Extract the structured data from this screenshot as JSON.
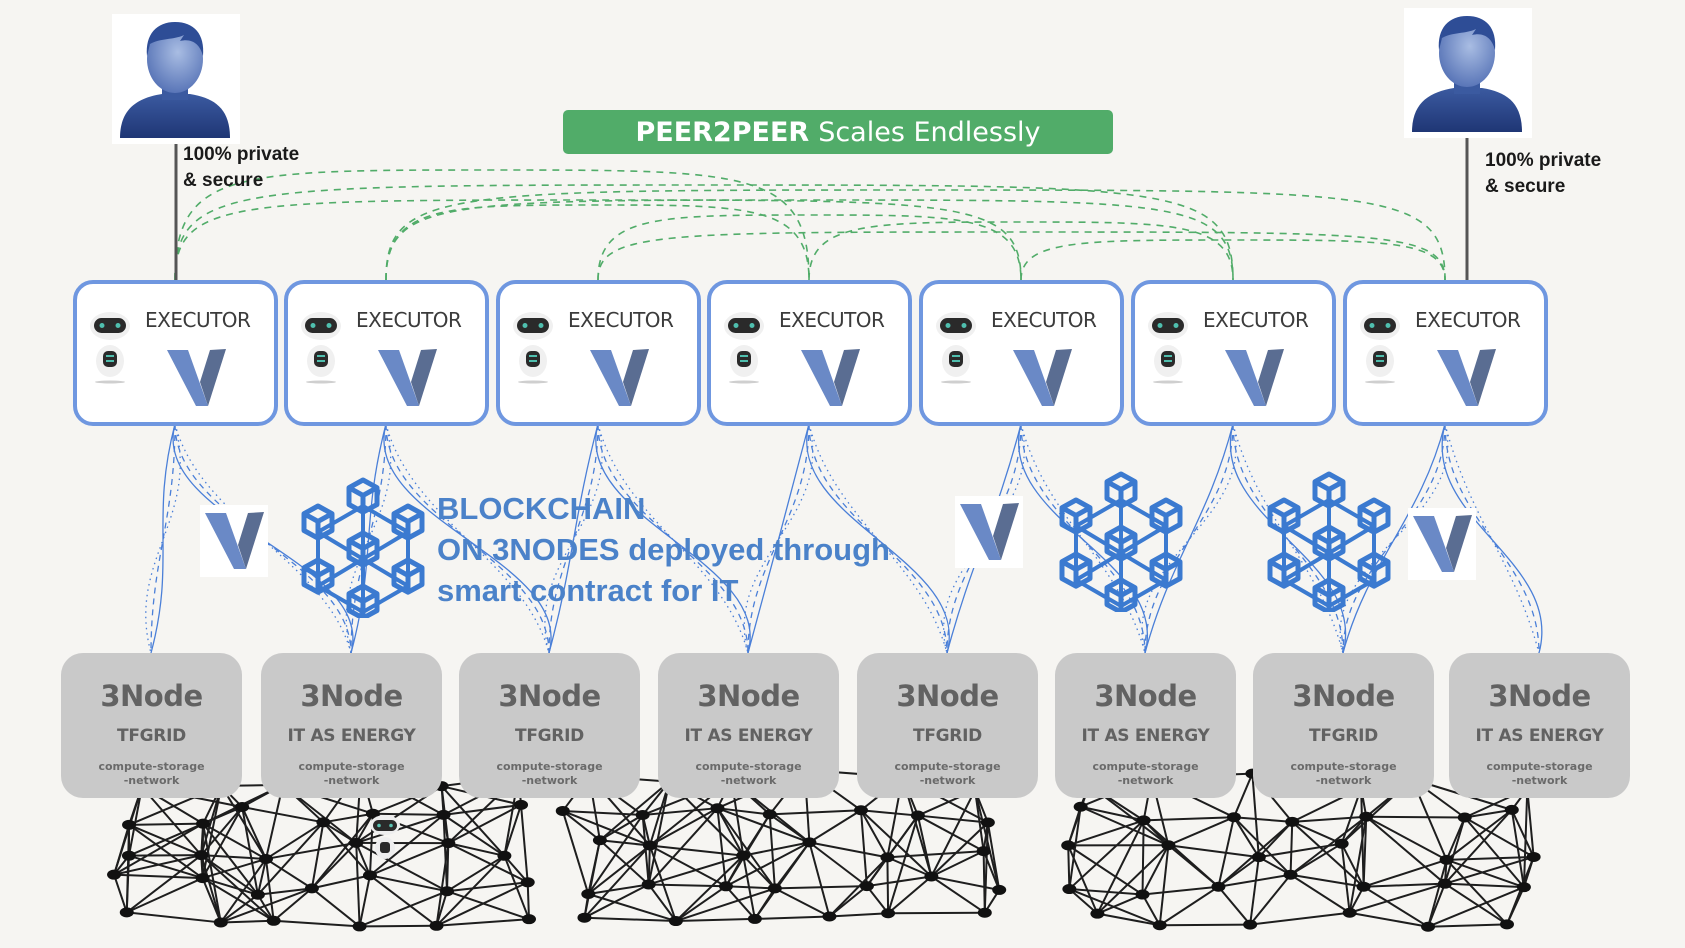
{
  "banner": {
    "bold": "PEER2PEER",
    "rest": "Scales Endlessly",
    "color": "#51ac69"
  },
  "users": [
    {
      "note_line1": "100% private",
      "note_line2": "& secure"
    },
    {
      "note_line1": "100% private",
      "note_line2": "& secure"
    }
  ],
  "executors": [
    {
      "label": "EXECUTOR"
    },
    {
      "label": "EXECUTOR"
    },
    {
      "label": "EXECUTOR"
    },
    {
      "label": "EXECUTOR"
    },
    {
      "label": "EXECUTOR"
    },
    {
      "label": "EXECUTOR"
    },
    {
      "label": "EXECUTOR"
    }
  ],
  "blockchain": {
    "line1": "BLOCKCHAIN",
    "line2": "ON 3NODES deployed through",
    "line3": "smart contract for IT",
    "color": "#4b82c9"
  },
  "nodes": [
    {
      "title": "3Node",
      "subtitle": "TFGRID",
      "desc1": "compute-storage",
      "desc2": "-network"
    },
    {
      "title": "3Node",
      "subtitle": "IT AS ENERGY",
      "desc1": "compute-storage",
      "desc2": "-network"
    },
    {
      "title": "3Node",
      "subtitle": "TFGRID",
      "desc1": "compute-storage",
      "desc2": "-network"
    },
    {
      "title": "3Node",
      "subtitle": "IT AS ENERGY",
      "desc1": "compute-storage",
      "desc2": "-network"
    },
    {
      "title": "3Node",
      "subtitle": "TFGRID",
      "desc1": "compute-storage",
      "desc2": "-network"
    },
    {
      "title": "3Node",
      "subtitle": "IT AS ENERGY",
      "desc1": "compute-storage",
      "desc2": "-network"
    },
    {
      "title": "3Node",
      "subtitle": "TFGRID",
      "desc1": "compute-storage",
      "desc2": "-network"
    },
    {
      "title": "3Node",
      "subtitle": "IT AS ENERGY",
      "desc1": "compute-storage",
      "desc2": "-network"
    }
  ],
  "colors": {
    "executor_border": "#6f97e0",
    "node_fill": "#c9c9c9",
    "link_blue": "#4a7fd8",
    "link_green": "#51ac69"
  }
}
